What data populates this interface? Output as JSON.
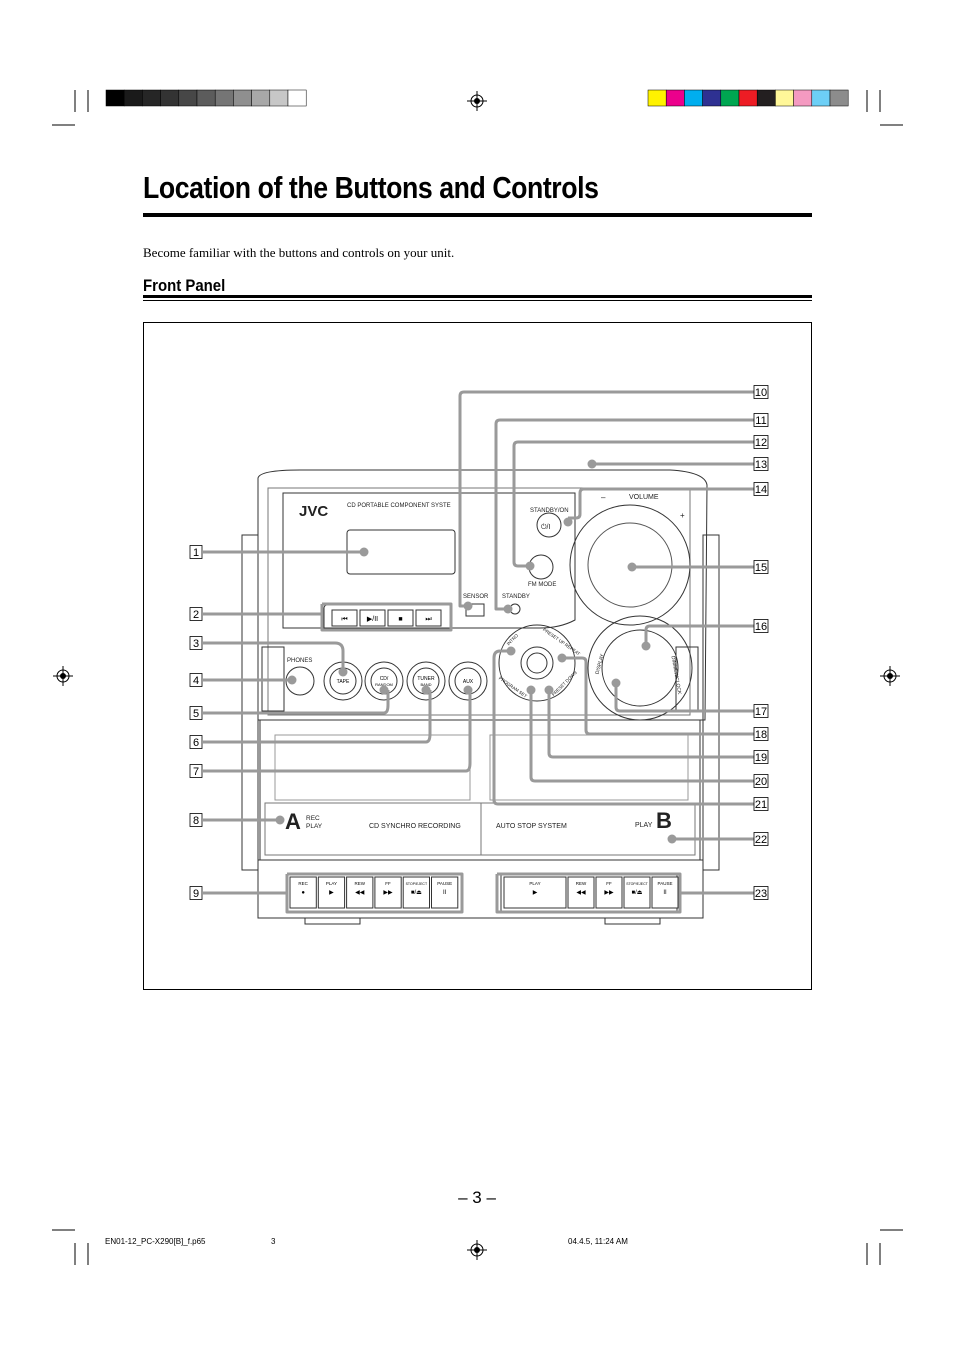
{
  "page": {
    "title": "Location of the Buttons and Controls",
    "intro": "Become familiar with the buttons and controls on your unit.",
    "section_title": "Front Panel",
    "page_number": "– 3 –",
    "footer": {
      "file": "EN01-12_PC-X290[B]_f.p65",
      "page": "3",
      "timestamp": "04.4.5, 11:24 AM"
    }
  },
  "colors": {
    "print_bar_gray": [
      "#000000",
      "#1a1a1a",
      "#262626",
      "#333333",
      "#474747",
      "#5c5c5c",
      "#757575",
      "#8f8f8f",
      "#a8a8a8",
      "#c7c7c7",
      "#ffffff"
    ],
    "print_bar_color": [
      "#fff200",
      "#ec008c",
      "#00aeef",
      "#2e3192",
      "#00a651",
      "#ed1c24",
      "#231f20",
      "#fff799",
      "#f49ac1",
      "#6dcff6",
      "#8c8c8c"
    ],
    "callout_line": "#9a9a9a"
  },
  "device": {
    "brand": "JVC",
    "model_text": "CD PORTABLE COMPONENT SYSTE",
    "labels": {
      "volume": "VOLUME",
      "vol_minus": "–",
      "vol_plus": "+",
      "standby_on": "STANDBY/ON",
      "power_symbol": "⏻/I",
      "fm_mode": "FM MODE",
      "sensor": "SENSOR",
      "standby": "STANDBY",
      "phones": "PHONES",
      "display": "DISPLAY",
      "dimmer": "DIMMER/CLOCK",
      "intro": "INTRO",
      "preset_up": "PRESET UP REPEAT",
      "preset_down": "PRESET DOWN",
      "program": "PROGRAM SET",
      "deck_a_letter": "A",
      "deck_a_label1": "REC",
      "deck_a_label2": "PLAY",
      "cd_synchro": "CD SYNCHRO RECORDING",
      "auto_stop": "AUTO STOP SYSTEM",
      "deck_b_label": "PLAY",
      "deck_b_letter": "B"
    },
    "cd_buttons": [
      "⏮",
      "▶/II",
      "■",
      "⏭"
    ],
    "source_buttons": [
      {
        "line1": "TAPE",
        "line2": ""
      },
      {
        "line1": "CD/",
        "line2": "RANDOM"
      },
      {
        "line1": "TUNER",
        "line2": "BAND"
      },
      {
        "line1": "AUX",
        "line2": ""
      }
    ],
    "deck_a_keys": [
      {
        "label": "REC",
        "symbol": "●"
      },
      {
        "label": "PLAY",
        "symbol": "▶"
      },
      {
        "label": "REW",
        "symbol": "◀◀"
      },
      {
        "label": "FF",
        "symbol": "▶▶"
      },
      {
        "label": "STOP/EJECT",
        "symbol": "■/⏏"
      },
      {
        "label": "PAUSE",
        "symbol": "II"
      }
    ],
    "deck_b_keys": [
      {
        "label": "PLAY",
        "symbol": "▶"
      },
      {
        "label": "REW",
        "symbol": "◀◀"
      },
      {
        "label": "FF",
        "symbol": "▶▶"
      },
      {
        "label": "STOP/EJECT",
        "symbol": "■/⏏"
      },
      {
        "label": "PAUSE",
        "symbol": "II"
      }
    ]
  },
  "callouts": [
    "1",
    "2",
    "3",
    "4",
    "5",
    "6",
    "7",
    "8",
    "9",
    "10",
    "11",
    "12",
    "13",
    "14",
    "15",
    "16",
    "17",
    "18",
    "19",
    "20",
    "21",
    "22",
    "23"
  ]
}
